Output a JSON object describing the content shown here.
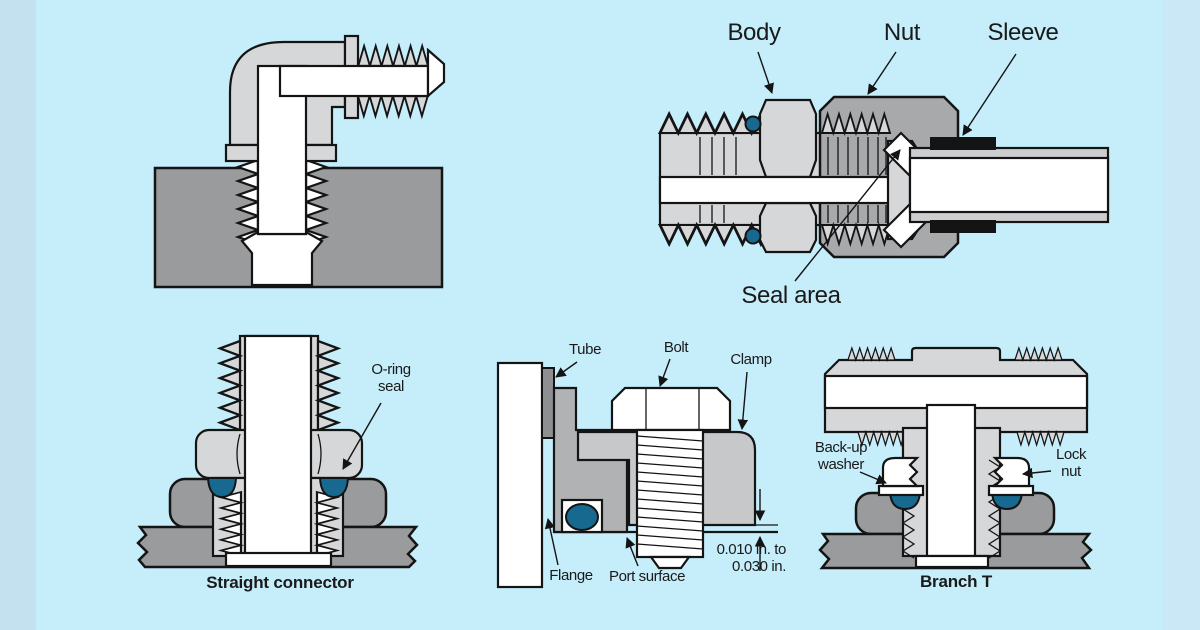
{
  "colors": {
    "background": "#c5edfa",
    "band_left": "#c3e1ef",
    "band_right": "#cae8f5",
    "outline": "#141414",
    "part_light": "#d6d7d9",
    "part_mid": "#b1b2b4",
    "part_nut": "#a8a9ab",
    "part_dark": "#9a9b9d",
    "part_clamp": "#c7c8ca",
    "tube_wall": "#cccdcf",
    "tube_dark": "#8e8f91",
    "seal_teal": "#17698f",
    "white": "#ffffff",
    "label_color": "#1a1a1a"
  },
  "panels": {
    "compression_fitting": {
      "body": "Body",
      "nut": "Nut",
      "sleeve": "Sleeve",
      "seal_area": "Seal area"
    },
    "straight_connector": {
      "oring_seal": "O-ring\nseal",
      "caption": "Straight connector"
    },
    "flange_clamp": {
      "tube": "Tube",
      "bolt": "Bolt",
      "clamp": "Clamp",
      "flange": "Flange",
      "port_surface": "Port surface",
      "clearance": "0.010 in. to\n0.030 in."
    },
    "branch_t": {
      "backup_washer": "Back-up\nwasher",
      "lock_nut": "Lock\nnut",
      "caption": "Branch T"
    }
  }
}
